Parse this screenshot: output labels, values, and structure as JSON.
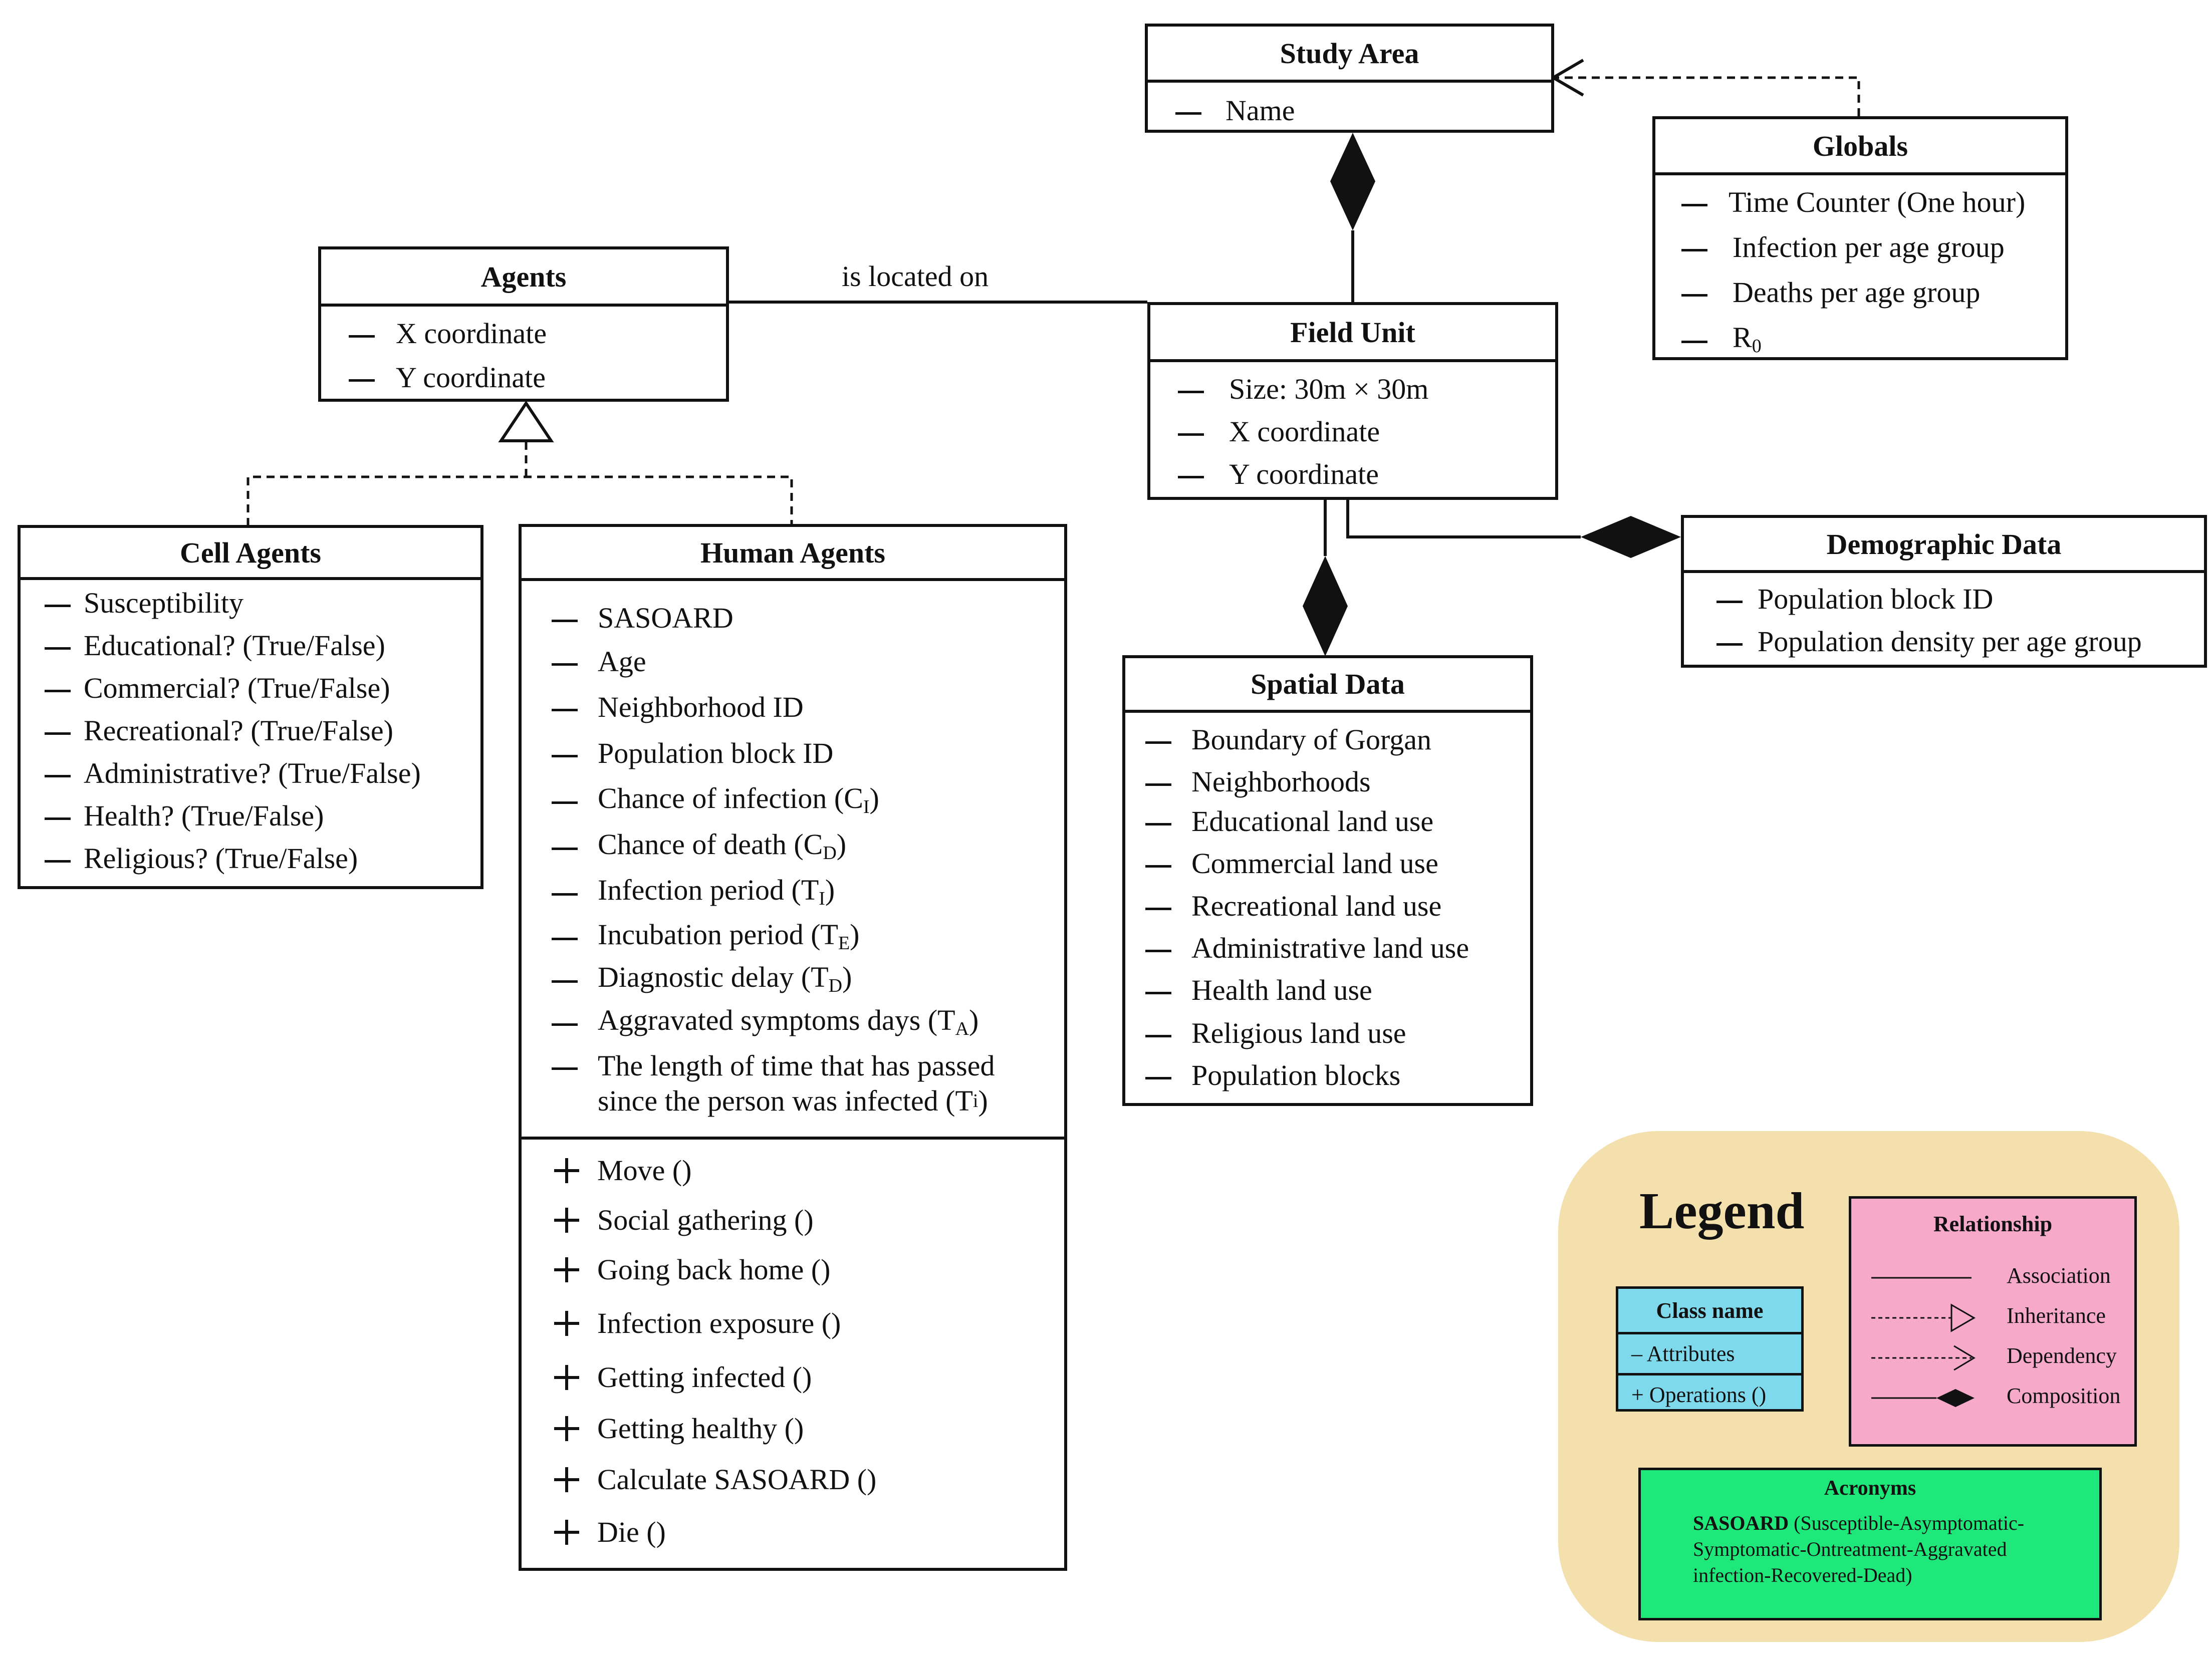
{
  "classes": {
    "study_area": {
      "name": "Study Area",
      "attributes": [
        "Name"
      ]
    },
    "globals": {
      "name": "Globals",
      "attributes": [
        "Time Counter (One hour)",
        "Infection per age group",
        "Deaths per age group",
        "R",
        "0"
      ]
    },
    "agents": {
      "name": "Agents",
      "attributes": [
        "X coordinate",
        "Y coordinate"
      ]
    },
    "field_unit": {
      "name": "Field Unit",
      "attributes": [
        "Size: 30m × 30m",
        "X coordinate",
        "Y coordinate"
      ]
    },
    "cell_agents": {
      "name": "Cell Agents",
      "attributes": [
        "Susceptibility",
        "Educational? (True/False)",
        "Commercial? (True/False)",
        "Recreational? (True/False)",
        "Administrative? (True/False)",
        "Health? (True/False)",
        "Religious? (True/False)"
      ]
    },
    "human_agents": {
      "name": "Human Agents",
      "attributes": [
        "SASOARD",
        "Age",
        "Neighborhood ID",
        "Population block ID",
        "Chance of infection (C",
        "I",
        ")",
        "Chance of death (C",
        "D",
        ")",
        "Infection period (T",
        "I",
        ")",
        "Incubation period (T",
        "E",
        ")",
        "Diagnostic delay (T",
        "D",
        ")",
        "Aggravated symptoms days (T",
        "A",
        ")",
        "The length of time that has passed",
        "since the person was infected (T",
        "i",
        ")"
      ],
      "operations": [
        "Move ()",
        "Social gathering ()",
        "Going back home ()",
        "Infection exposure ()",
        "Getting infected ()",
        "Getting healthy ()",
        "Calculate SASOARD ()",
        "Die ()"
      ]
    },
    "spatial_data": {
      "name": "Spatial Data",
      "attributes": [
        "Boundary of Gorgan",
        "Neighborhoods",
        "Educational land use",
        "Commercial land use",
        "Recreational land use",
        "Administrative land use",
        "Health land use",
        "Religious land use",
        "Population blocks"
      ]
    },
    "demographic_data": {
      "name": "Demographic Data",
      "attributes": [
        "Population block ID",
        "Population density per age group"
      ]
    }
  },
  "relations": {
    "association_label": "is located on"
  },
  "legend": {
    "title": "Legend",
    "class_example": {
      "name": "Class name",
      "attributes": "– Attributes",
      "operations": "+ Operations ()"
    },
    "relationship": {
      "title": "Relationship",
      "items": [
        "Association",
        "Inheritance",
        "Dependency",
        "Composition"
      ]
    },
    "acronyms": {
      "title": "Acronyms",
      "term": "SASOARD",
      "definition": " (Susceptible-Asymptomatic-Symptomatic-Ontreatment-Aggravated infection-Recovered-Dead)"
    }
  },
  "colors": {
    "class_example": "#7fd9ec",
    "relationship_box": "#f6a9c9",
    "acronyms_box": "#1fe87a",
    "legend_bg": "#f3e0ac"
  }
}
